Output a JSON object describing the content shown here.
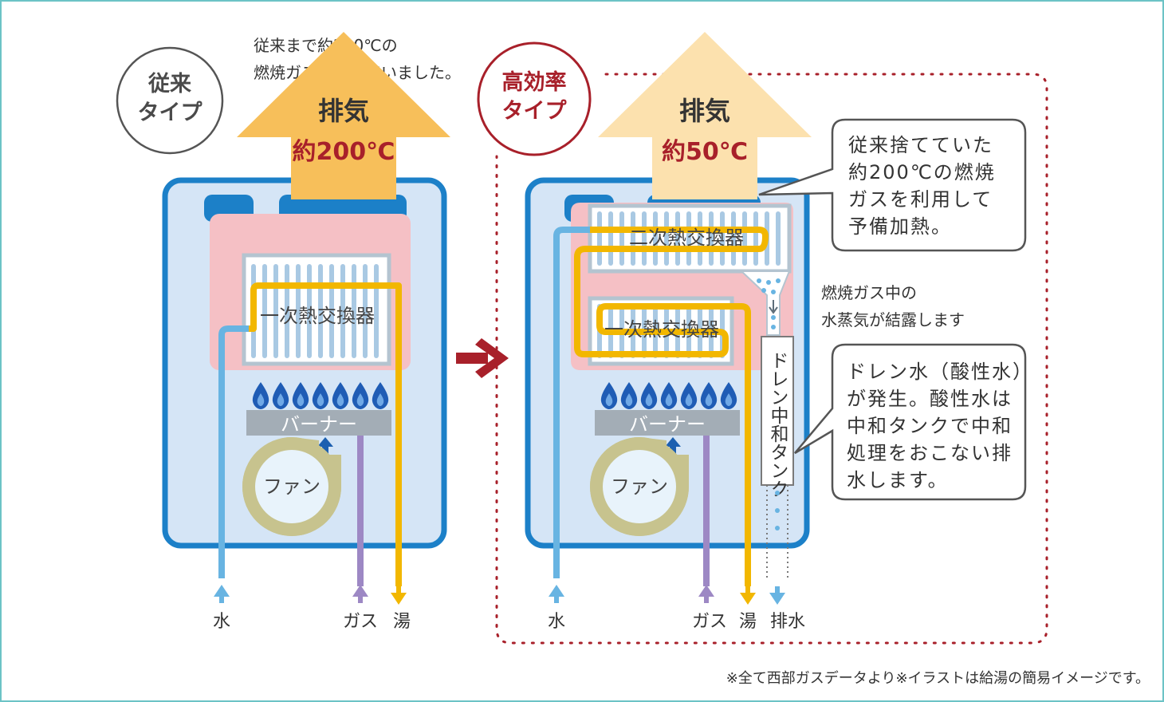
{
  "left": {
    "badge": [
      "従来",
      "タイプ"
    ],
    "note": [
      "従来まで約200℃の",
      "燃焼ガスを捨てていました。"
    ],
    "exhaust_title": "排気",
    "exhaust_temp": "約200℃",
    "primary_hx": "一次熱交換器",
    "burner": "バーナー",
    "fan": "ファン",
    "label_water": "水",
    "label_gas": "ガス",
    "label_hot": "湯"
  },
  "right": {
    "badge": [
      "高効率",
      "タイプ"
    ],
    "exhaust_title": "排気",
    "exhaust_temp": "約50℃",
    "secondary_hx": "二次熱交換器",
    "primary_hx": "一次熱交換器",
    "burner": "バーナー",
    "fan": "ファン",
    "drain_tank": "ドレン中和タンク",
    "label_water": "水",
    "label_gas": "ガス",
    "label_hot": "湯",
    "label_drain": "排水",
    "condense_note": [
      "燃焼ガス中の",
      "水蒸気が結露します"
    ],
    "callout_top": [
      "従来捨てていた",
      "約200℃の燃焼",
      "ガスを利用して",
      "予備加熱。"
    ],
    "callout_bottom": [
      "ドレン水（酸性水）",
      "が発生。酸性水は",
      "中和タンクで中和",
      "処理をおこない排",
      "水します。"
    ]
  },
  "footnote": "※全て西部ガスデータより※イラストは給湯の簡易イメージです。",
  "colors": {
    "frame": "#6cc3c6",
    "casing_stroke": "#1c80c8",
    "casing_fill": "#d5e5f6",
    "pink": "#f5c0c5",
    "hot_pipe": "#f2b700",
    "cold_pipe": "#68b4e2",
    "gas_pipe": "#9d88c4",
    "exhaust_hot": "#f7bf5a",
    "exhaust_cool": "#fce1ae",
    "accent_red": "#a8202a",
    "flame": "#1f5cb5"
  }
}
